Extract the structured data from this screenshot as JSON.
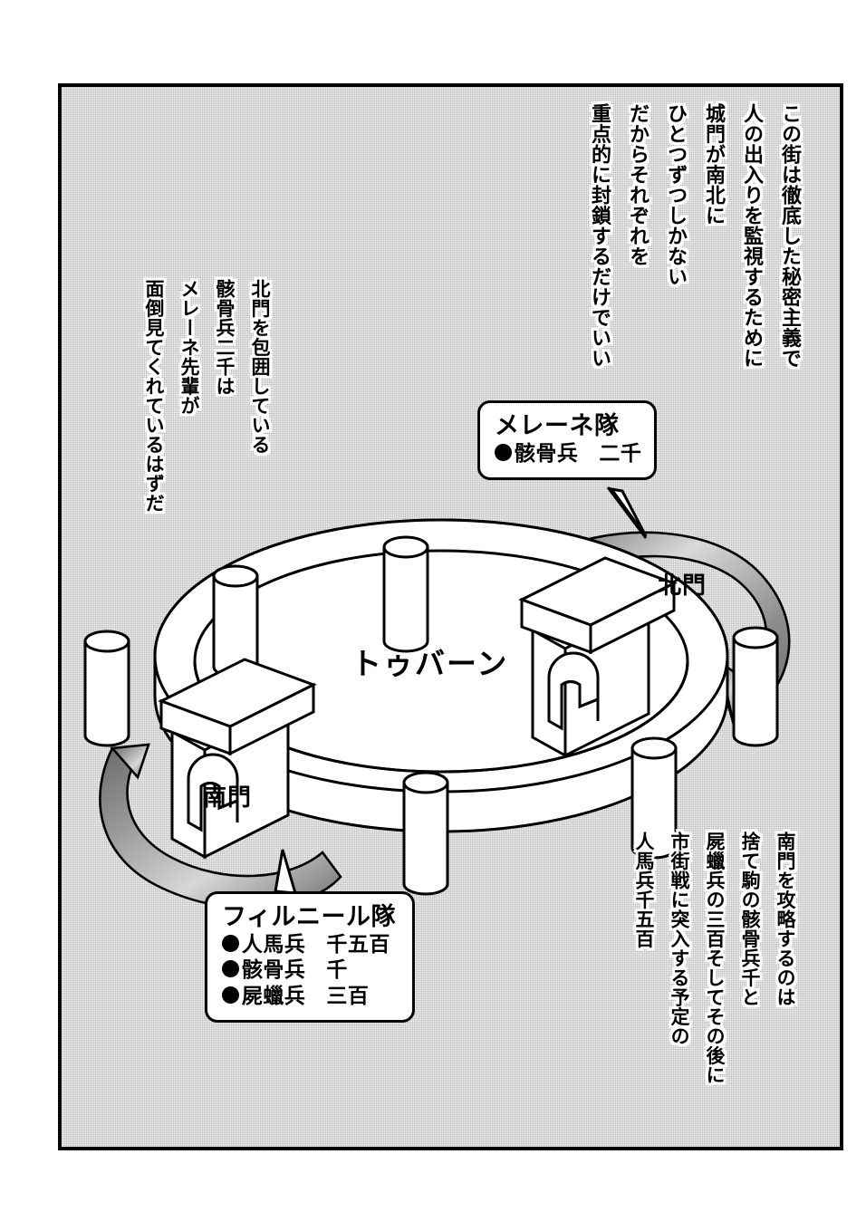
{
  "panel": {
    "background_color": "#b6b6b6",
    "border_color": "#000000",
    "screentone": "halftone-dots"
  },
  "narration": {
    "top_right": {
      "name": "narration-secrecy",
      "lines": [
        "この街は徹底した秘密主義で",
        "人の出入りを監視するために",
        "城門が南北に",
        "ひとつずつしかない",
        "だからそれぞれを",
        "重点的に封鎖するだけでいい"
      ]
    },
    "left": {
      "name": "narration-north-gate-siege",
      "lines": [
        "北門を包囲している",
        "骸骨兵二千は",
        "メレーネ先輩が",
        "面倒見てくれているはずだ"
      ]
    },
    "bottom_right": {
      "name": "narration-south-gate-plan",
      "lines": [
        "南門を攻略するのは",
        "捨て駒の骸骨兵千と",
        "屍蠟兵の三百そしてその後に",
        "市街戦に突入する予定の",
        "人馬兵千五百"
      ]
    }
  },
  "bubbles": {
    "melene": {
      "title": "メレーネ隊",
      "rows": [
        {
          "unit": "骸骨兵",
          "count": "二千"
        }
      ]
    },
    "firuniru": {
      "title": "フィルニール隊",
      "rows": [
        {
          "unit": "人馬兵",
          "count": "千五百"
        },
        {
          "unit": "骸骨兵",
          "count": "千"
        },
        {
          "unit": "屍蠟兵",
          "count": "三百"
        }
      ]
    }
  },
  "map": {
    "city_name": "トゥバーン",
    "north_gate_label": "北門",
    "south_gate_label": "南門",
    "wall_fill": "#ffffff",
    "wall_stroke": "#000000",
    "arrow_fill_dark": "#7a7a7a",
    "arrow_fill_light": "#e8e8e8",
    "tower_count": 6,
    "gate_count": 2
  }
}
